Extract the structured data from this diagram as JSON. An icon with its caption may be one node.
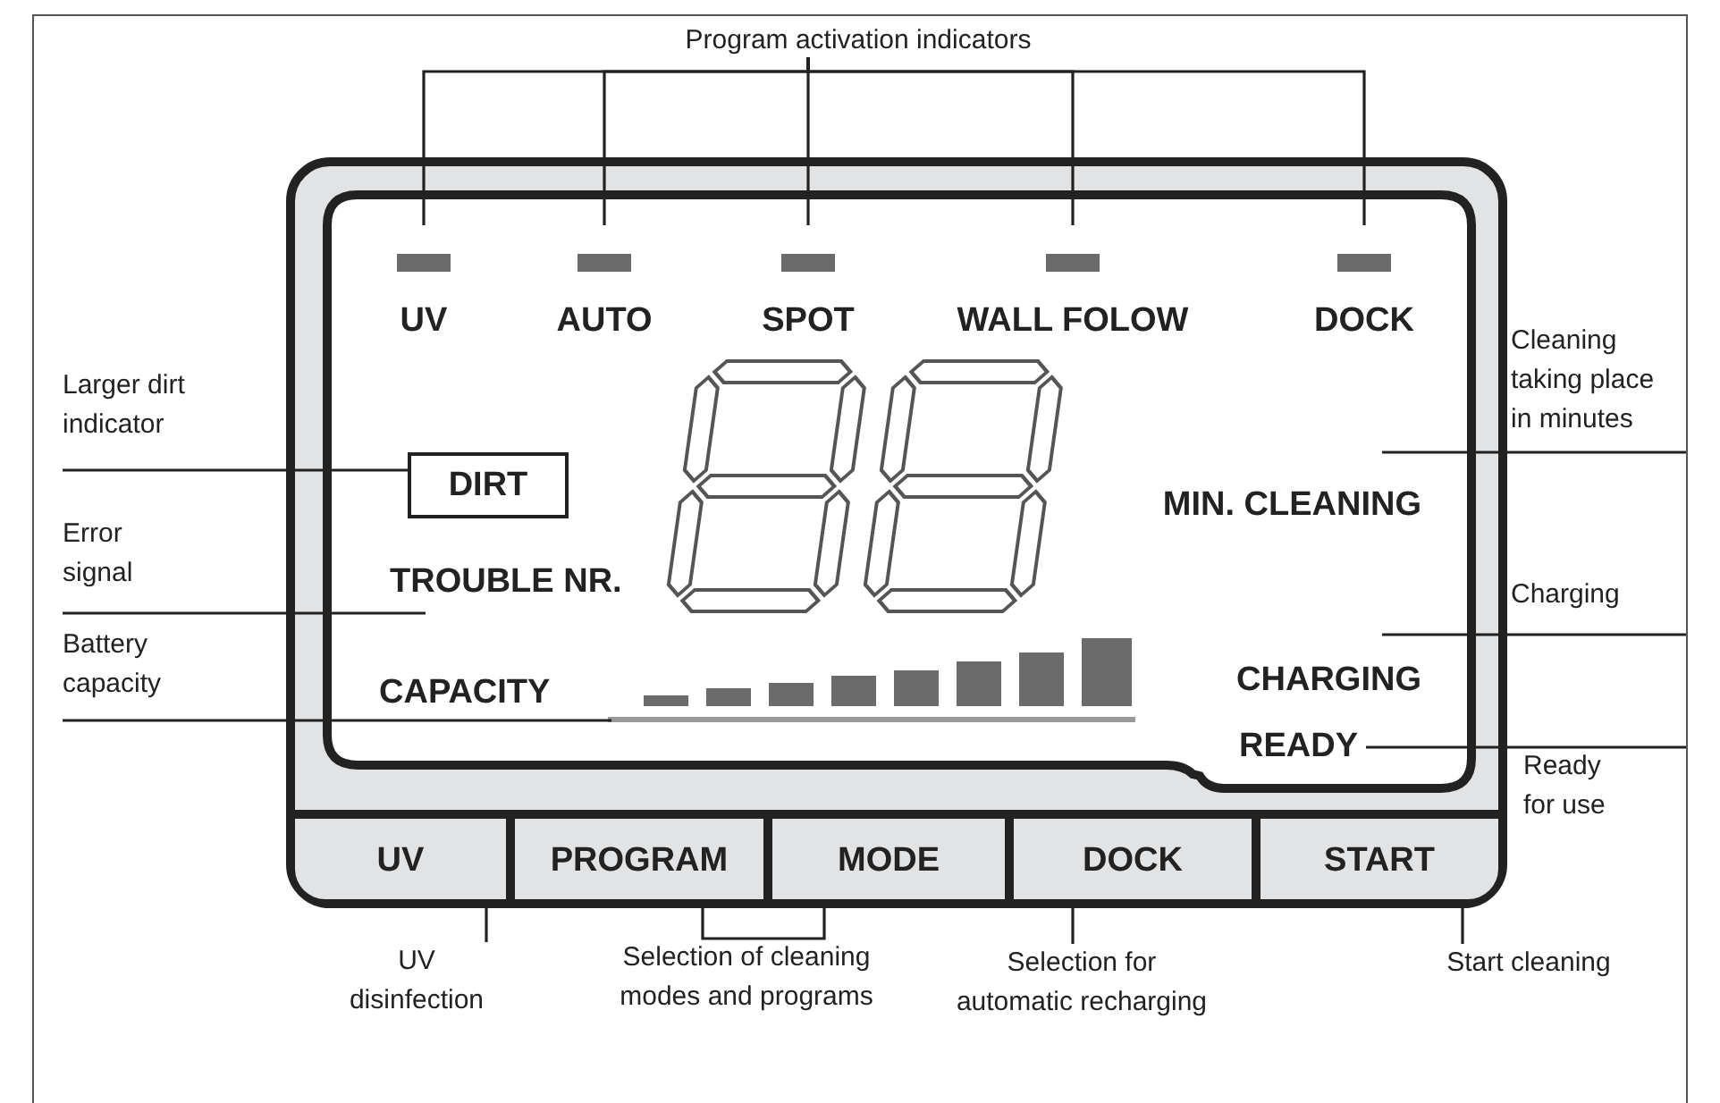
{
  "diagram": {
    "nodes": [
      {
        "text": [],
        "shape": "box"
      },
      {
        "text": [],
        "shape": "box",
        "in": 0
      },
      {
        "text": [
          "UV"
        ],
        "in": 1
      },
      {
        "text": [
          "AUTO"
        ],
        "in": 1
      },
      {
        "text": [
          "SPOT"
        ],
        "in": 1
      },
      {
        "text": [
          "WALL FOLOW"
        ],
        "in": 1
      },
      {
        "text": [
          "DOCK"
        ],
        "in": 1
      },
      {
        "text": [
          "DIRT"
        ],
        "in": 1
      },
      {
        "text": [
          "TROUBLE NR."
        ],
        "in": 1
      },
      {
        "text": [
          "CAPACITY"
        ],
        "in": 1
      },
      {
        "text": [
          "MIN. CLEANING"
        ],
        "in": 1
      },
      {
        "text": [
          "CHARGING"
        ],
        "in": 1
      },
      {
        "text": [
          "READY"
        ],
        "in": 1
      },
      {
        "text": [
          "UV"
        ],
        "in": 0
      },
      {
        "text": [
          "PROGRAM"
        ],
        "in": 0
      },
      {
        "text": [
          "MODE"
        ],
        "in": 0
      },
      {
        "text": [
          "DOCK"
        ],
        "in": 0
      },
      {
        "text": [
          "START"
        ],
        "in": 0
      },
      {
        "text": [
          "Program activation indicators"
        ]
      },
      {
        "text": [
          "Larger dirt indicator"
        ]
      },
      {
        "text": [
          "Error signal"
        ]
      },
      {
        "text": [
          "Battery capacity"
        ]
      },
      {
        "text": [
          "Cleaning taking place in minutes"
        ]
      },
      {
        "text": [
          "Charging"
        ]
      },
      {
        "text": [
          "Ready for use"
        ]
      },
      {
        "text": [
          "UV disinfection"
        ]
      },
      {
        "text": [
          "Selection of cleaning modes and programs"
        ]
      },
      {
        "text": [
          "Selection for automatic recharging"
        ]
      },
      {
        "text": [
          "Start cleaning"
        ]
      }
    ],
    "edges": [
      {
        "from": 18,
        "to": 2,
        "arrow": "none"
      },
      {
        "from": 18,
        "to": 3,
        "arrow": "none"
      },
      {
        "from": 18,
        "to": 4,
        "arrow": "none"
      },
      {
        "from": 18,
        "to": 5,
        "arrow": "none"
      },
      {
        "from": 18,
        "to": 6,
        "arrow": "none"
      },
      {
        "from": 19,
        "to": 7,
        "arrow": "none"
      },
      {
        "from": 20,
        "to": 8,
        "arrow": "none"
      },
      {
        "from": 21,
        "to": 9,
        "arrow": "none"
      },
      {
        "from": 22,
        "to": 10,
        "arrow": "none"
      },
      {
        "from": 23,
        "to": 11,
        "arrow": "none"
      },
      {
        "from": 24,
        "to": 12,
        "arrow": "none"
      },
      {
        "from": 13,
        "to": 25,
        "arrow": "none"
      },
      {
        "from": 14,
        "to": 26,
        "arrow": "none"
      },
      {
        "from": 15,
        "to": 26,
        "arrow": "none"
      },
      {
        "from": 16,
        "to": 27,
        "arrow": "none"
      },
      {
        "from": 17,
        "to": 28,
        "arrow": "none"
      }
    ]
  }
}
